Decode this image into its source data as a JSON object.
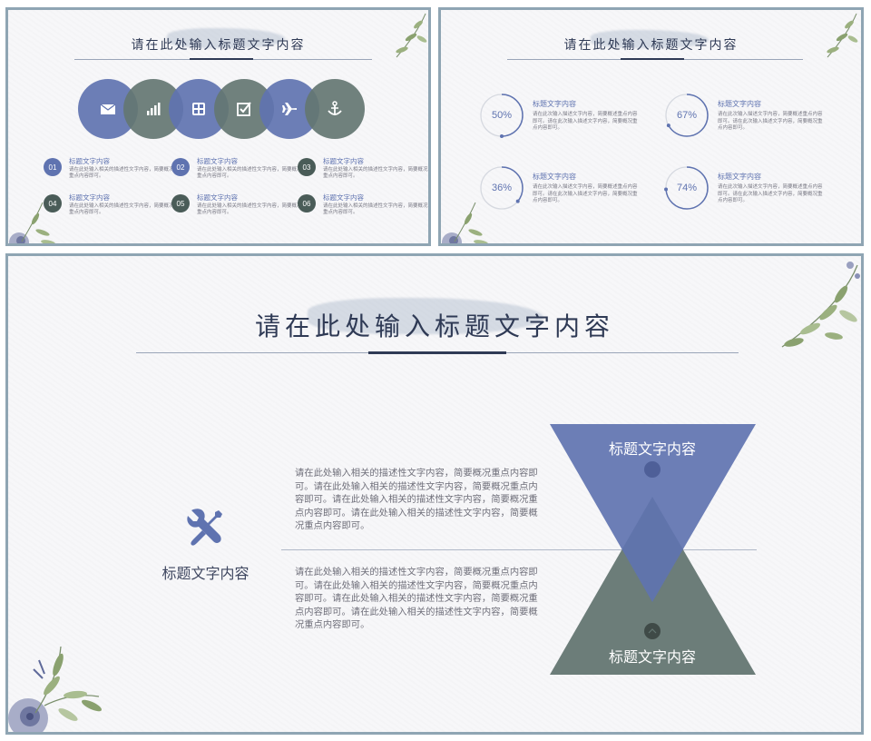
{
  "slide1": {
    "title": "请在此处输入标题文字内容",
    "icons": [
      "envelope-icon",
      "bar-chart-icon",
      "calculator-icon",
      "checkbox-icon",
      "airplane-icon",
      "anchor-icon"
    ],
    "items": [
      {
        "num": "01",
        "heading": "标题文字内容",
        "desc": "请在此处输入相关的描述性文字内容，简要概况重点内容即可。"
      },
      {
        "num": "02",
        "heading": "标题文字内容",
        "desc": "请在此处输入相关的描述性文字内容，简要概况重点内容即可。"
      },
      {
        "num": "03",
        "heading": "标题文字内容",
        "desc": "请在此处输入相关的描述性文字内容，简要概况重点内容即可。"
      },
      {
        "num": "04",
        "heading": "标题文字内容",
        "desc": "请在此处输入相关的描述性文字内容，简要概况重点内容即可。"
      },
      {
        "num": "05",
        "heading": "标题文字内容",
        "desc": "请在此处输入相关的描述性文字内容，简要概况重点内容即可。"
      },
      {
        "num": "06",
        "heading": "标题文字内容",
        "desc": "请在此处输入相关的描述性文字内容，简要概况重点内容即可。"
      }
    ]
  },
  "slide2": {
    "title": "请在此处输入标题文字内容",
    "items": [
      {
        "percent": "50%",
        "value": 0.5,
        "heading": "标题文字内容",
        "desc": "请在此次输入描述文字内容，简要概述重点内容即可。请在此次输入描述文字内容，简要概况重点内容即可。"
      },
      {
        "percent": "67%",
        "value": 0.67,
        "heading": "标题文字内容",
        "desc": "请在此次输入描述文字内容，简要概述重点内容即可。请在此次输入描述文字内容，简要概况重点内容即可。"
      },
      {
        "percent": "36%",
        "value": 0.36,
        "heading": "标题文字内容",
        "desc": "请在此次输入描述文字内容，简要概述重点内容即可。请在此次输入描述文字内容，简要概况重点内容即可。"
      },
      {
        "percent": "74%",
        "value": 0.74,
        "heading": "标题文字内容",
        "desc": "请在此次输入描述文字内容，简要概述重点内容即可。请在此次输入描述文字内容，简要概况重点内容即可。"
      }
    ]
  },
  "slide3": {
    "title": "请在此处输入标题文字内容",
    "left_label": "标题文字内容",
    "desc1": "请在此处输入相关的描述性文字内容，简要概况重点内容即可。请在此处输入相关的描述性文字内容，简要概况重点内容即可。请在此处输入相关的描述性文字内容，简要概况重点内容即可。请在此处输入相关的描述性文字内容，简要概况重点内容即可。",
    "desc2": "请在此处输入相关的描述性文字内容，简要概况重点内容即可。请在此处输入相关的描述性文字内容，简要概况重点内容即可。请在此处输入相关的描述性文字内容，简要概况重点内容即可。请在此处输入相关的描述性文字内容，简要概况重点内容即可。",
    "top_triangle_label": "标题文字内容",
    "bottom_triangle_label": "标题文字内容",
    "icon": "tools-icon"
  },
  "colors": {
    "blue": "#5f73b0",
    "gray_green": "#647672",
    "frame": "#8fa5b3",
    "title": "#2f3a55"
  }
}
